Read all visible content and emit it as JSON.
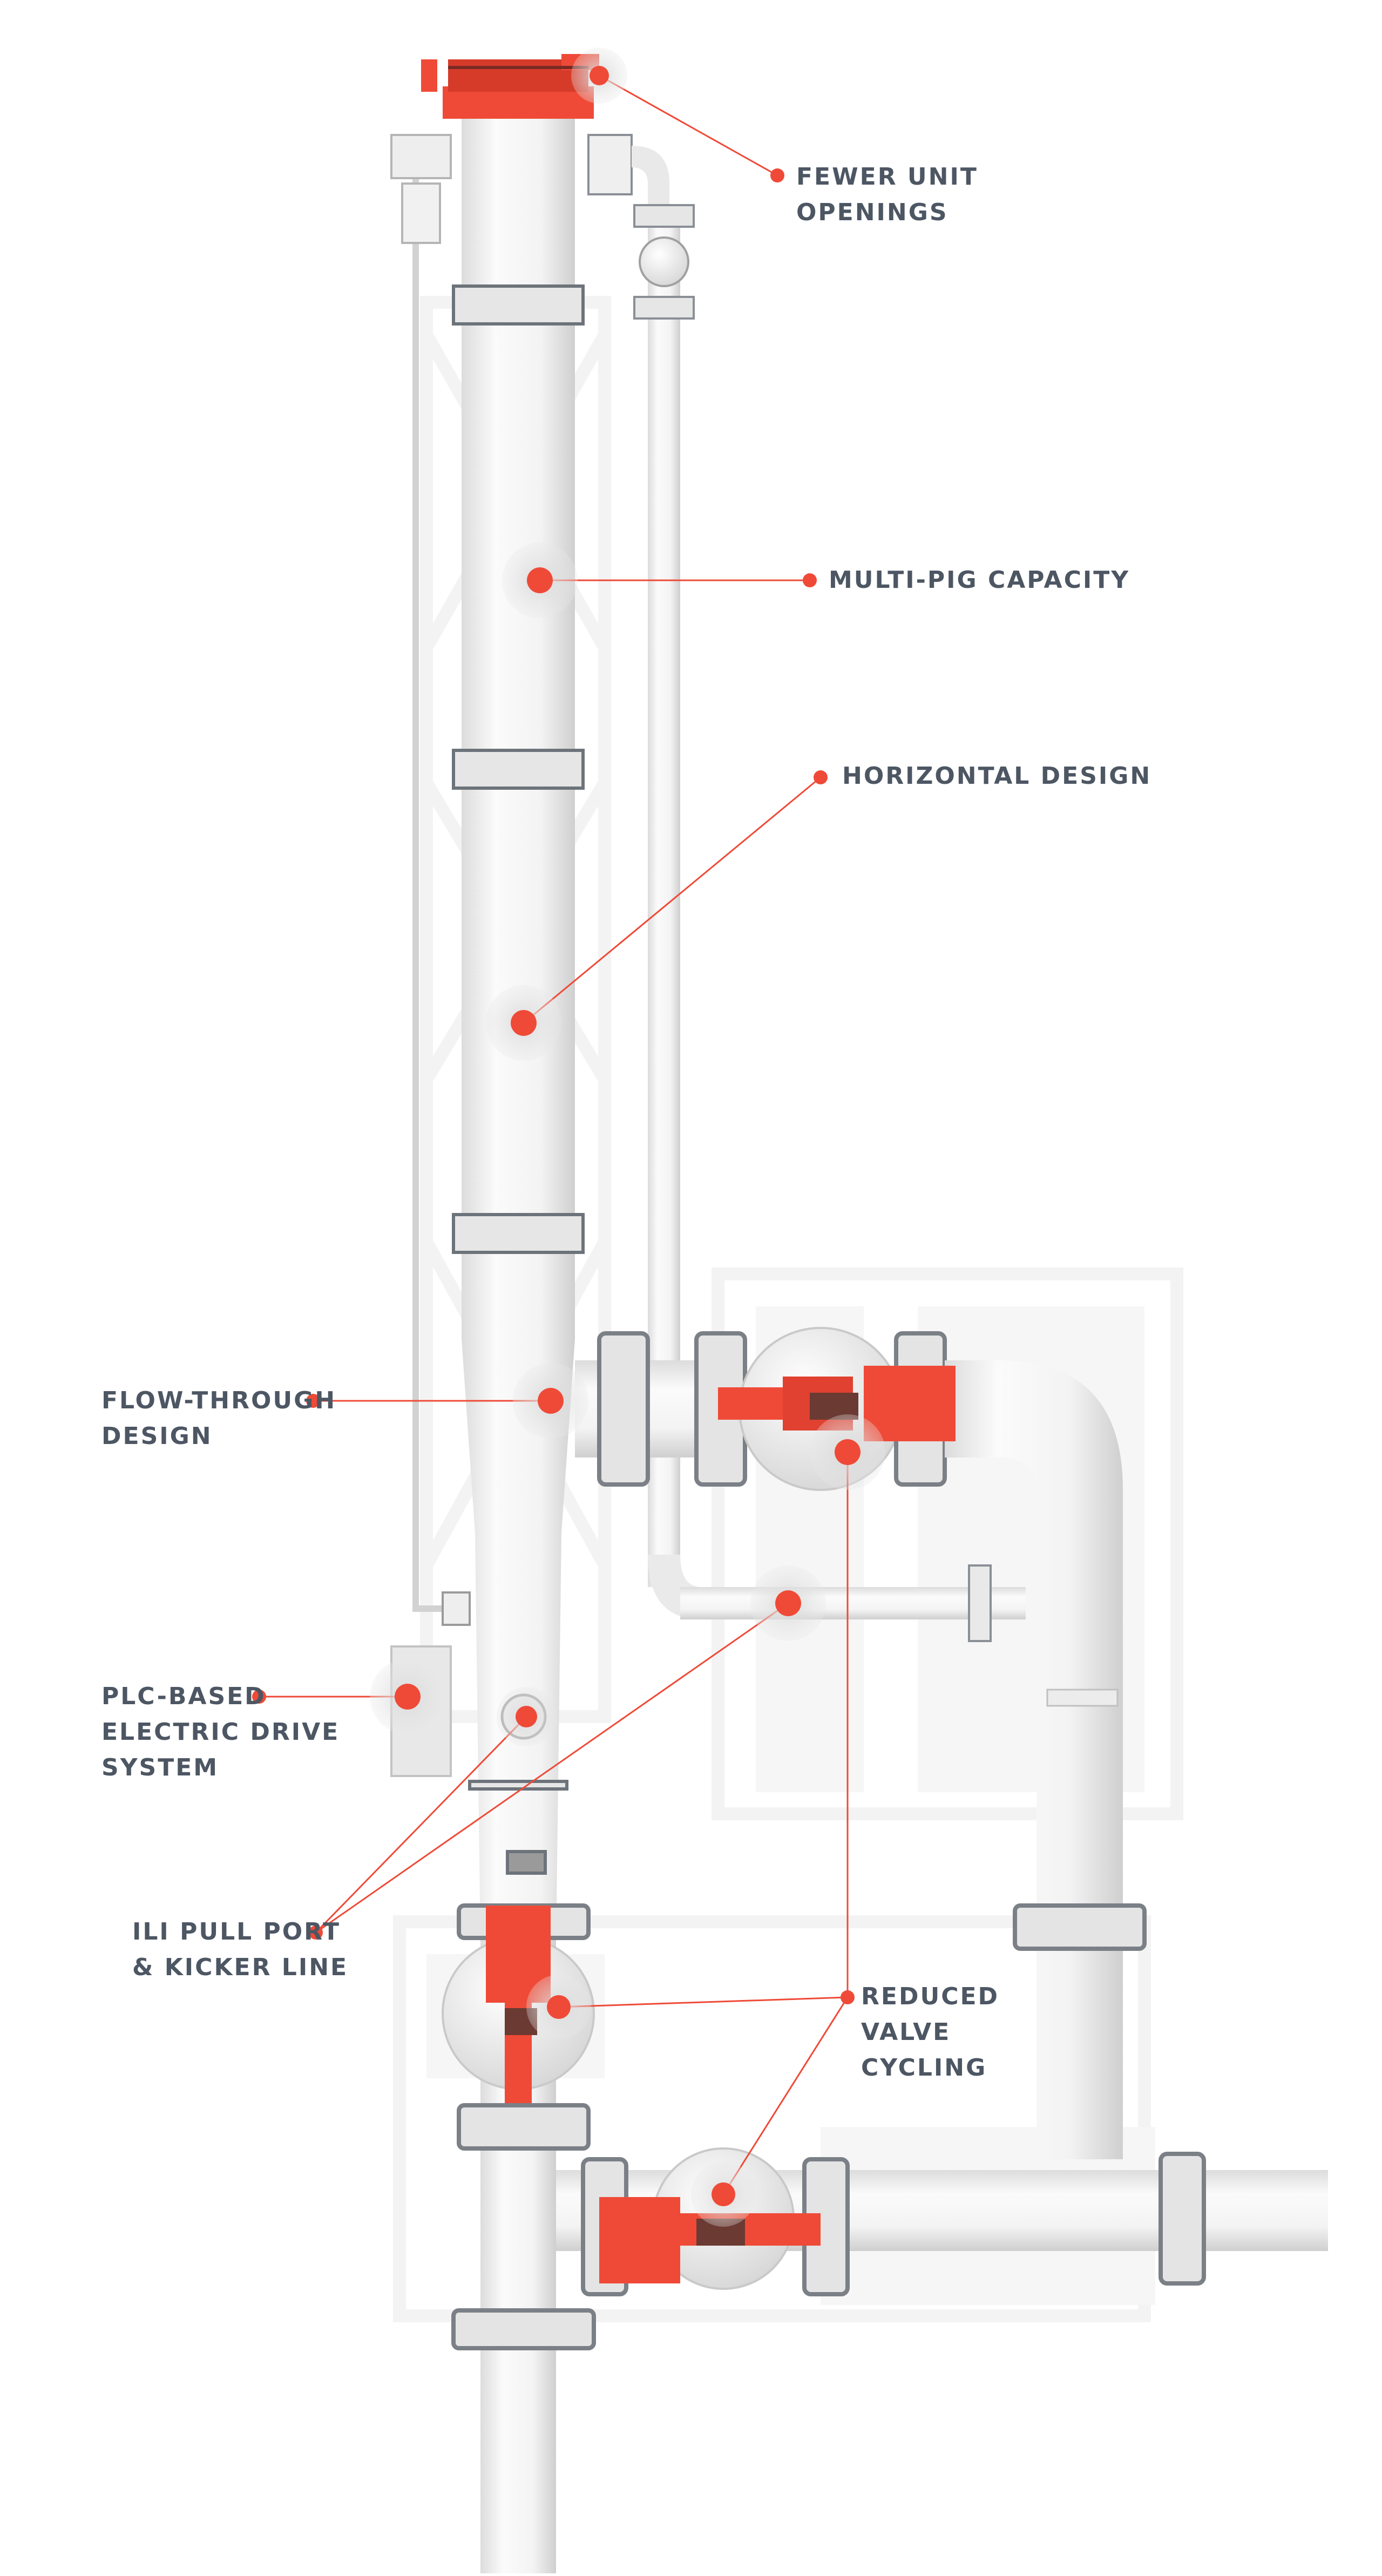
{
  "colors": {
    "accent": "#ef4a37",
    "label": "#4d5663",
    "pipe": "#f2f2f2",
    "pipe_shade": "#d9d9d9",
    "flange": "#7b8087",
    "frame": "#f4f4f4"
  },
  "callouts": [
    {
      "id": "fewer-unit-openings",
      "lines": [
        "FEWER UNIT",
        "OPENINGS"
      ]
    },
    {
      "id": "multi-pig-capacity",
      "lines": [
        "MULTI-PIG CAPACITY"
      ]
    },
    {
      "id": "horizontal-design",
      "lines": [
        "HORIZONTAL DESIGN"
      ]
    },
    {
      "id": "flow-through-design",
      "lines": [
        "FLOW-THROUGH",
        "DESIGN"
      ]
    },
    {
      "id": "plc-based-electric-drive-system",
      "lines": [
        "PLC-BASED",
        "ELECTRIC DRIVE",
        "SYSTEM"
      ]
    },
    {
      "id": "ili-pull-port-kicker-line",
      "lines": [
        "ILI PULL PORT",
        "& KICKER LINE"
      ]
    },
    {
      "id": "reduced-valve-cycling",
      "lines": [
        "REDUCED",
        "VALVE",
        "CYCLING"
      ]
    }
  ]
}
